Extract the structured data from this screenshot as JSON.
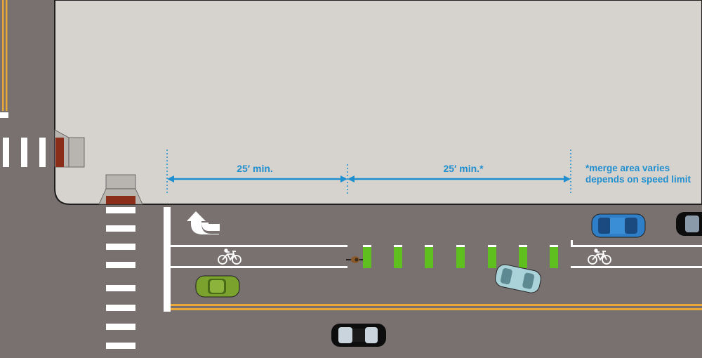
{
  "colors": {
    "road": "#797070",
    "sidewalk": "#d6d2cd",
    "curb_outline": "#1e1e1e",
    "marking_white": "#ffffff",
    "center_yellow": "#e8a93a",
    "green_paint": "#5fbf1f",
    "dimension_blue": "#1f8fd0",
    "car_green": "#7aa22c",
    "car_blue": "#2f7fc8",
    "car_lightblue": "#a9d3d8",
    "car_black": "#0d0d0d",
    "curb_ramp_gray": "#b8b4b0",
    "detectable_warning": "#8a2e1a"
  },
  "dimensions": {
    "first_segment_label": "25′ min.",
    "second_segment_label": "25′ min.*"
  },
  "note": {
    "line1": "*merge area varies",
    "line2": "depends on speed limit"
  },
  "icons": [
    "left-turn-arrow-icon",
    "bicycle-symbol-icon",
    "cyclist-icon",
    "car-icon"
  ]
}
